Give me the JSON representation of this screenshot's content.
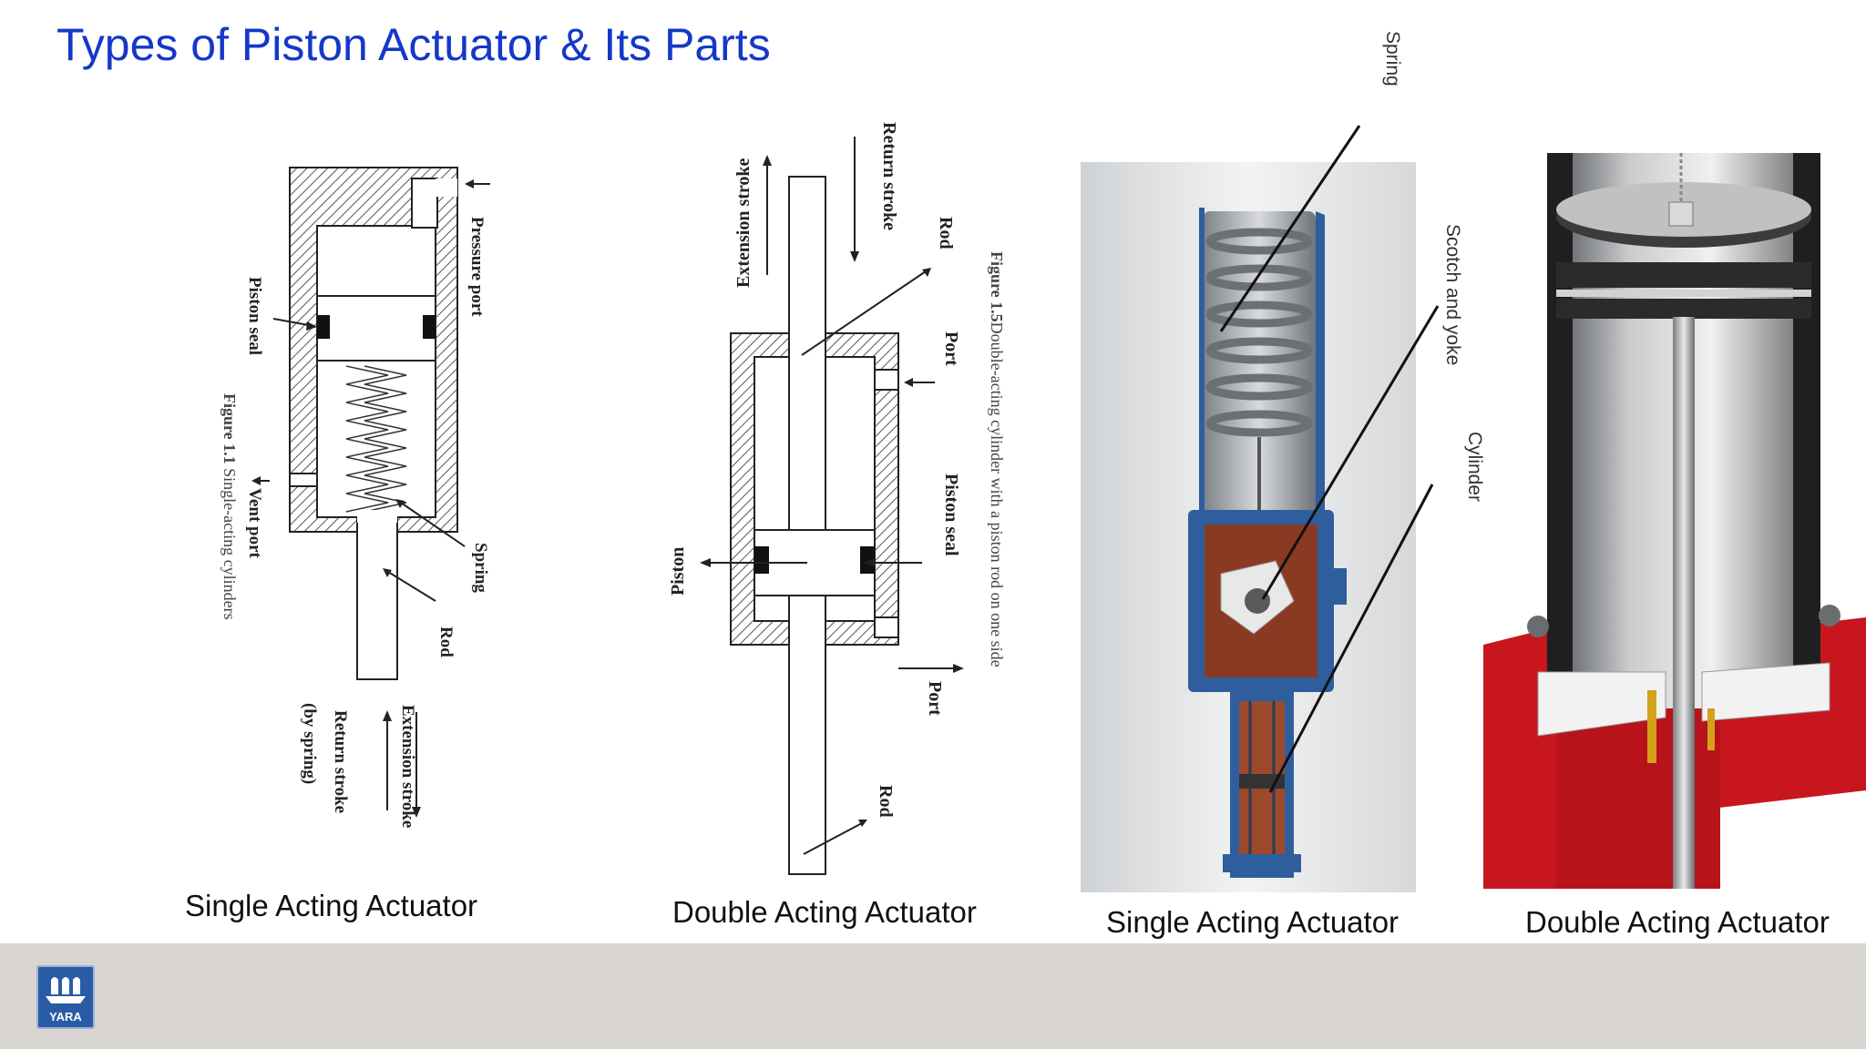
{
  "title": "Types of Piston Actuator & Its Parts",
  "captions": {
    "c1": "Single Acting Actuator",
    "c2": "Double Acting Actuator",
    "c3": "Single Acting Actuator",
    "c4": "Double Acting Actuator"
  },
  "diagram1": {
    "pressure_port": "Pressure  port",
    "piston_seal": "Piston seal",
    "figure_caption_bold": "Figure 1.1",
    "figure_caption_rest": " Single-acting cylinders",
    "vent_port": "Vent port",
    "spring": "Spring",
    "rod": "Rod",
    "extension_stroke": "Extension  stroke",
    "return_stroke": "Return  stroke",
    "by_spring": "(by spring)"
  },
  "diagram2": {
    "extension_stroke": "Extension  stroke",
    "return_stroke": "Return  stroke",
    "rod_top": "Rod",
    "port_top": "Port",
    "piston_seal": "Piston seal",
    "piston": "Piston",
    "port_bottom": "Port",
    "rod_bottom": "Rod",
    "figure_caption_bold": "Figure 1.5",
    "figure_caption_rest": "Double-acting cylinder with a piston rod on one side"
  },
  "photo1": {
    "spring": "Spring",
    "scotch_yoke": "Scotch and yoke",
    "cylinder": "Cylinder"
  },
  "footer": {
    "logo_text": "YARA"
  },
  "colors": {
    "title": "#1438c8",
    "footer": "#d9d6d2",
    "logo": "#2a5ca6",
    "actuator_blue": "#2f5e9e",
    "flange_red": "#c8161e"
  }
}
